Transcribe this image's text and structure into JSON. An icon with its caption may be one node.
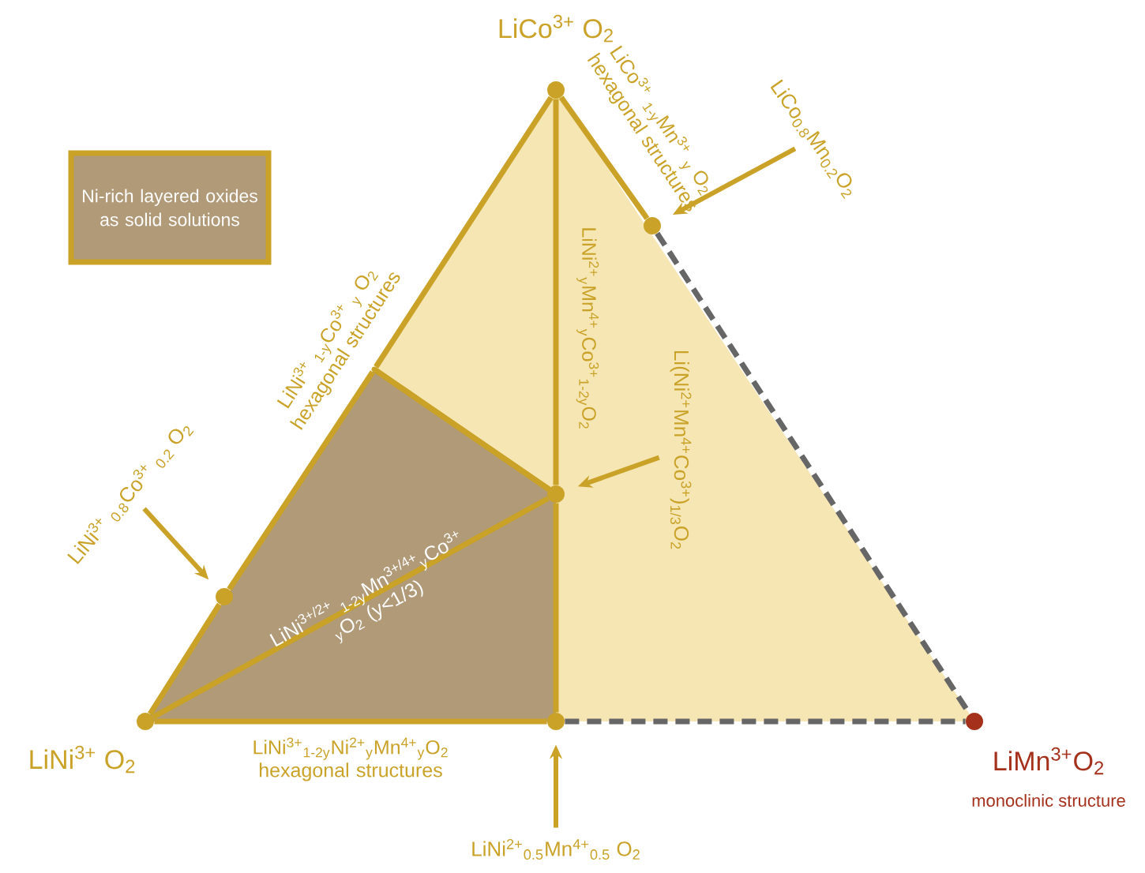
{
  "diagram": {
    "nodes": [
      {
        "text": [],
        "shape": "circle",
        "beside": [
          "LiNi$^{3+}$ O$_{2}$"
        ]
      },
      {
        "text": [],
        "shape": "circle",
        "beside": [
          "LiCo$^{3+}$ O$_{2}$"
        ]
      },
      {
        "text": [],
        "shape": "circle",
        "beside": [
          "LiMn$^{3+}$O$_{2}$",
          "monoclinic structure"
        ]
      },
      {
        "text": [],
        "shape": "circle"
      },
      {
        "text": [],
        "shape": "circle"
      },
      {
        "text": [],
        "shape": "circle"
      },
      {
        "text": [],
        "shape": "circle"
      },
      {
        "text": [
          "LiNi$^{3+}$ $_{0.8}$Co$^{3+}$ $_{0.2}$ O$_{2}$"
        ]
      },
      {
        "text": [
          "LiCo$_{0.8}$Mn$_{0.2}$O$_{2}$"
        ]
      },
      {
        "text": [
          "Li(Ni$^{2+}$Mn$^{4+}$Co$^{3+}$)$_{1/3}$O$_{2}$"
        ]
      },
      {
        "text": [
          "LiNi$^{2+}$$_{0.5}$Mn$^{4+}$$_{0.5}$ O$_{2}$"
        ]
      },
      {
        "text": [],
        "shape": "junction"
      }
    ],
    "edges": [
      {
        "from": 0,
        "to": 5,
        "arrow": "none"
      },
      {
        "from": 5,
        "to": 11,
        "arrow": "none"
      },
      {
        "from": 11,
        "to": 1,
        "arrow": "none",
        "label": "LiNi$^{3+}$ $_{1-y}$Co$^{3+}$ $_{y}$ O$_{2}$ hexagonal structures"
      },
      {
        "from": 11,
        "to": 4,
        "arrow": "none"
      },
      {
        "from": 1,
        "to": 6,
        "arrow": "none",
        "label": "LiCo$^{3+}$ $_{1-y}$Mn$^{3+}$ $_{y}$ O$_{2}$ hexagonal structures"
      },
      {
        "from": 6,
        "to": 2,
        "arrow": "none",
        "style": "dashed",
        "color": "#666666"
      },
      {
        "from": 0,
        "to": 3,
        "arrow": "none",
        "label": "LiNi$^{3+}$$_{1-2y}$Ni$^{2+}$$_{y}$Mn$^{4+}$$_{y}$O$_{2}$ hexagonal structures"
      },
      {
        "from": 3,
        "to": 2,
        "arrow": "none",
        "style": "dashed",
        "color": "#666666"
      },
      {
        "from": 1,
        "to": 4,
        "arrow": "none",
        "label": "LiNi$^{2+}$$_{y}$Mn$^{4+}$$_{y}$Co$^{3+}$$_{1-2y}$O$_{2}$"
      },
      {
        "from": 4,
        "to": 3,
        "arrow": "none"
      },
      {
        "from": 0,
        "to": 4,
        "arrow": "none",
        "label": "LiNi$^{3+/2+}$ $_{1-2y}$Mn$^{3+/4+}$$_{y}$Co$^{3+}$ $_{y}$O$_{2}$ (y<1/3)"
      },
      {
        "from": 7,
        "to": 5,
        "arrow": "to"
      },
      {
        "from": 8,
        "to": 6,
        "arrow": "to"
      },
      {
        "from": 9,
        "to": 4,
        "arrow": "to"
      },
      {
        "from": 10,
        "to": 3,
        "arrow": "to"
      }
    ],
    "legend": [
      {
        "text": "Ni-rich layered oxides as solid solutions",
        "color": "#b09a78"
      }
    ]
  }
}
